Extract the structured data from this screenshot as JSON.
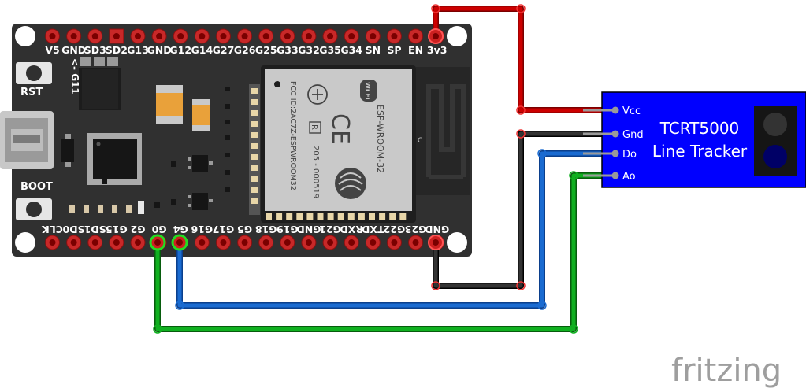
{
  "board": {
    "top_pin_labels": [
      "V5",
      "GND",
      "SD3",
      "SD2",
      "G13",
      "GND",
      "G12",
      "G14",
      "G27",
      "G26",
      "G25",
      "G33",
      "G32",
      "G35",
      "G34",
      "SN",
      "SP",
      "EN",
      "3v3"
    ],
    "bottom_pin_labels": [
      "CLK",
      "SD0",
      "SD1",
      "G15",
      "G2",
      "G0",
      "G4",
      "G16",
      "G17",
      "G5",
      "G18",
      "G19",
      "GND",
      "G21",
      "RXD",
      "TXD",
      "G22",
      "G23",
      "GND"
    ],
    "rst_label": "RST",
    "boot_label": "BOOT",
    "g11_label": "<- G11",
    "chip": {
      "wifi_text": "Wi Fi",
      "model": "ESP-WROOM-32",
      "fcc": "FCC ID:2AC7Z-ESPWROOM32",
      "code": "205 - 000519",
      "r_mark": "R",
      "ce_mark": "CE"
    },
    "antenna_mark": "C"
  },
  "module": {
    "title": "TCRT5000",
    "subtitle": "Line Tracker",
    "pins": [
      "Vcc",
      "Gnd",
      "Do",
      "Ao"
    ],
    "bg_color": "#0000ff"
  },
  "wires": [
    {
      "from": "3v3",
      "to": "Vcc",
      "color": "#cc0000"
    },
    {
      "from": "GND",
      "to": "Gnd",
      "color": "#222222"
    },
    {
      "from": "G4",
      "to": "Do",
      "color": "#1a6bd1"
    },
    {
      "from": "G0",
      "to": "Ao",
      "color": "#10b020"
    }
  ],
  "watermark": "fritzing"
}
